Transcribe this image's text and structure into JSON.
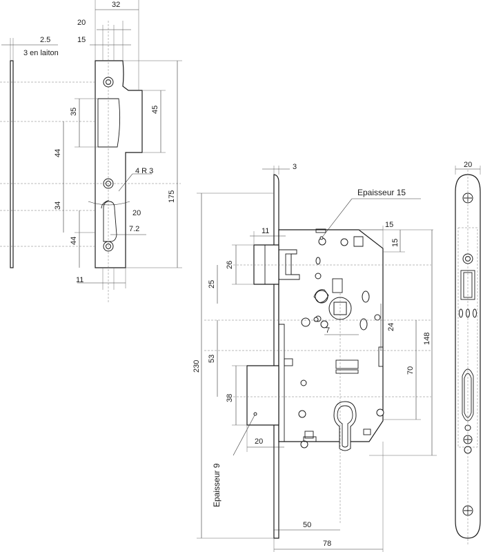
{
  "strike_plate": {
    "dims": {
      "width_total": "32",
      "offset_20": "20",
      "offset_15": "15",
      "thickness": "2.5",
      "material_note": "3 en laiton",
      "opening_height": "35",
      "opening_outer": "45",
      "spacing_44_top": "44",
      "radius_note": "4 R 3",
      "spacing_34": "34",
      "angle_20": "20",
      "height_175": "175",
      "spacing_44_bottom": "44",
      "offset_7_2": "7.2",
      "bottom_11": "11"
    }
  },
  "lock_body": {
    "labels": {
      "thickness_15": "Epaisseur 15",
      "thickness_9": "Epaisseur 9"
    },
    "dims": {
      "faceplate_3": "3",
      "latch_11": "11",
      "top_15_h": "15",
      "top_15_v": "15",
      "latch_26": "26",
      "offset_25": "25",
      "height_230": "230",
      "bolt_53": "53",
      "spindle_7": "7",
      "spindle_24": "24",
      "body_148": "148",
      "center_70": "70",
      "bolt_38": "38",
      "bolt_20": "20",
      "backset_50": "50",
      "depth_78": "78"
    }
  },
  "front_plate": {
    "dims": {
      "width_20": "20"
    }
  }
}
